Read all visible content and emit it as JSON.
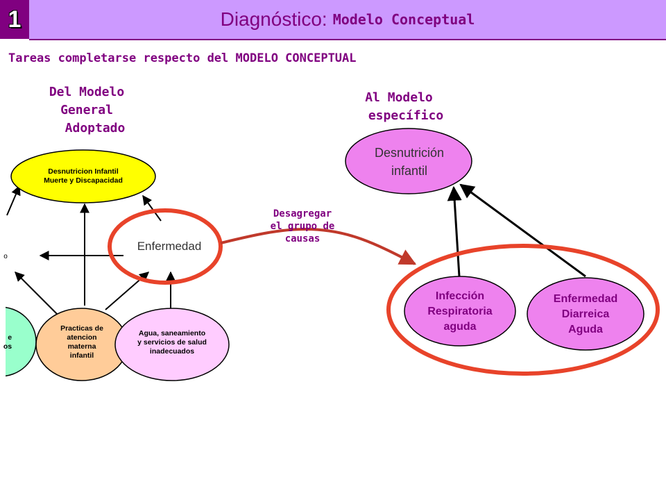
{
  "header": {
    "number": "1",
    "title_main": "Diagnóstico:",
    "title_sub": "Modelo Conceptual"
  },
  "subtitle": "Tareas completarse respecto del MODELO CONCEPTUAL",
  "left_column": {
    "title_lines": [
      "Del Modelo",
      "General",
      "Adoptado"
    ]
  },
  "right_column": {
    "title_lines": [
      "Al Modelo",
      "específico"
    ]
  },
  "general_model": {
    "top_node": [
      "Desnutricion Infantil",
      "Muerte y Discapacidad"
    ],
    "enfermedad": "Enfermedad",
    "partial_left_node": [
      "e",
      "os"
    ],
    "practicas": [
      "Practicas de",
      "atencion",
      "materna",
      "infantil"
    ],
    "agua": [
      "Agua, saneamiento",
      "y servicios de salud",
      "inadecuados"
    ],
    "partial_mid_left": "o"
  },
  "middle_label": [
    "Desagregar",
    "el grupo de",
    "causas"
  ],
  "specific_model": {
    "desnutricion": [
      "Desnutrición",
      "infantil"
    ],
    "infeccion": [
      "Infección",
      "Respiratoria",
      "aguda"
    ],
    "diarreica": [
      "Enfermedad",
      "Diarreica",
      "Aguda"
    ]
  },
  "colors": {
    "header_dark": "#800080",
    "header_light": "#cc99ff",
    "text_purple": "#800080",
    "highlight_red": "#e8432a",
    "node_yellow": "#ffff00",
    "node_peach": "#ffcc99",
    "node_pink": "#ffccff",
    "node_teal": "#99ffcc",
    "node_magenta": "#ee82ee"
  }
}
